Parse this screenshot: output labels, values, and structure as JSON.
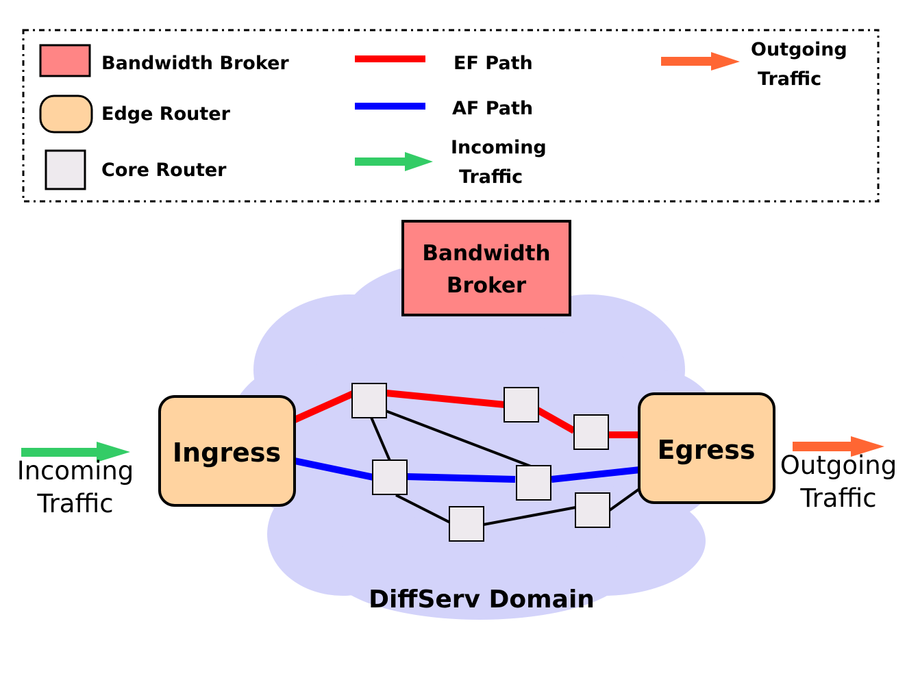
{
  "colors": {
    "broker_fill": "#ff8585",
    "edge_fill": "#ffd3a0",
    "core_fill": "#eeeaee",
    "cloud_fill": "#d3d3fa",
    "ef_path": "#ff0000",
    "af_path": "#0000ff",
    "link": "#000000",
    "incoming_arrow": "#33cc66",
    "outgoing_arrow": "#ff6633"
  },
  "legend": {
    "bandwidth_broker": "Bandwidth Broker",
    "edge_router": "Edge Router",
    "core_router": "Core Router",
    "ef_path": "EF Path",
    "af_path": "AF Path",
    "incoming_line1": "Incoming",
    "incoming_line2": "Traffic",
    "outgoing_line1": "Outgoing",
    "outgoing_line2": "Traffic"
  },
  "diagram": {
    "broker_line1": "Bandwidth",
    "broker_line2": "Broker",
    "ingress": "Ingress",
    "egress": "Egress",
    "domain_label": "DiffServ Domain",
    "incoming_line1": "Incoming",
    "incoming_line2": "Traffic",
    "outgoing_line1": "Outgoing",
    "outgoing_line2": "Traffic",
    "core_router_count": 7
  }
}
